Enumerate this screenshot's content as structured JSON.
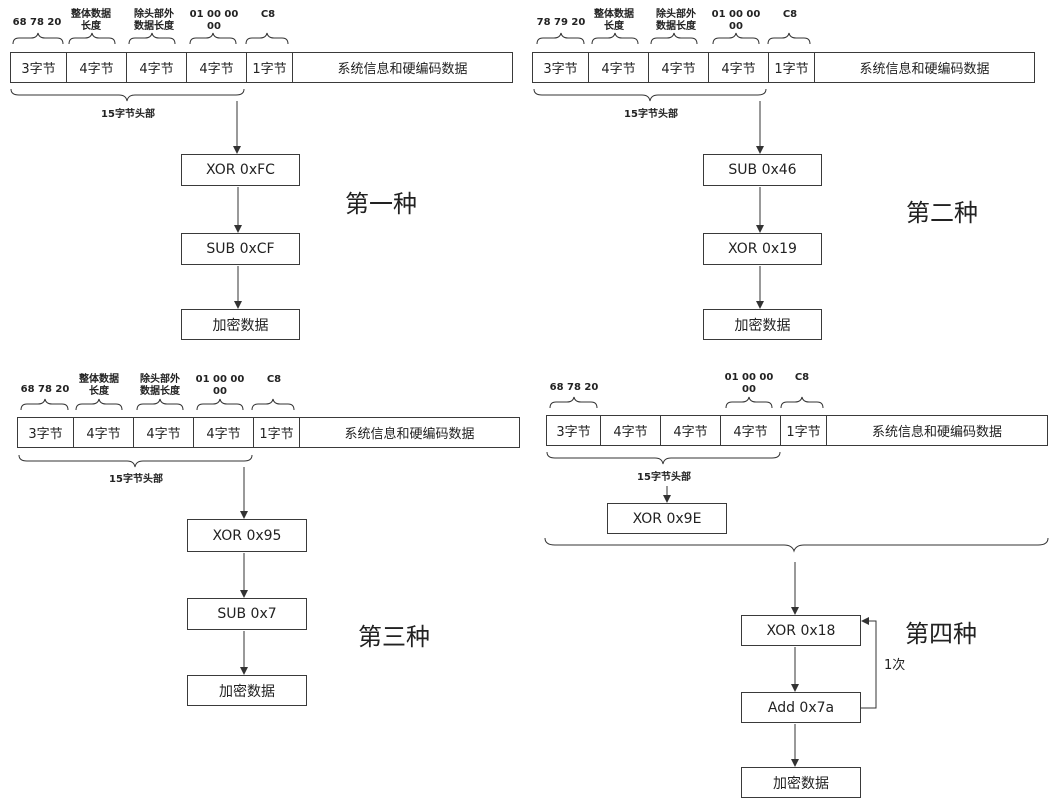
{
  "cells": {
    "c3": "3字节",
    "c4": "4字节",
    "c1": "1字节",
    "payload": "系统信息和硬编码数据"
  },
  "labels": {
    "magic1": "68 78 20",
    "magic2": "78 79 20",
    "total_len_l1": "整体数据",
    "total_len_l2": "长度",
    "excl_len_l1": "除头部外",
    "excl_len_l2": "数据长度",
    "ver_l1": "01 00 00",
    "ver_l2": "00",
    "c8": "C8",
    "header15": "15字节头部"
  },
  "schemes": {
    "s1": {
      "title": "第一种",
      "step1": "XOR 0xFC",
      "step2": "SUB 0xCF",
      "result": "加密数据"
    },
    "s2": {
      "title": "第二种",
      "step1": "SUB 0x46",
      "step2": "XOR 0x19",
      "result": "加密数据"
    },
    "s3": {
      "title": "第三种",
      "step1": "XOR 0x95",
      "step2": "SUB 0x7",
      "result": "加密数据"
    },
    "s4": {
      "title": "第四种",
      "pre": "XOR 0x9E",
      "step1": "XOR 0x18",
      "step2": "Add 0x7a",
      "result": "加密数据",
      "loop": "1次"
    }
  }
}
